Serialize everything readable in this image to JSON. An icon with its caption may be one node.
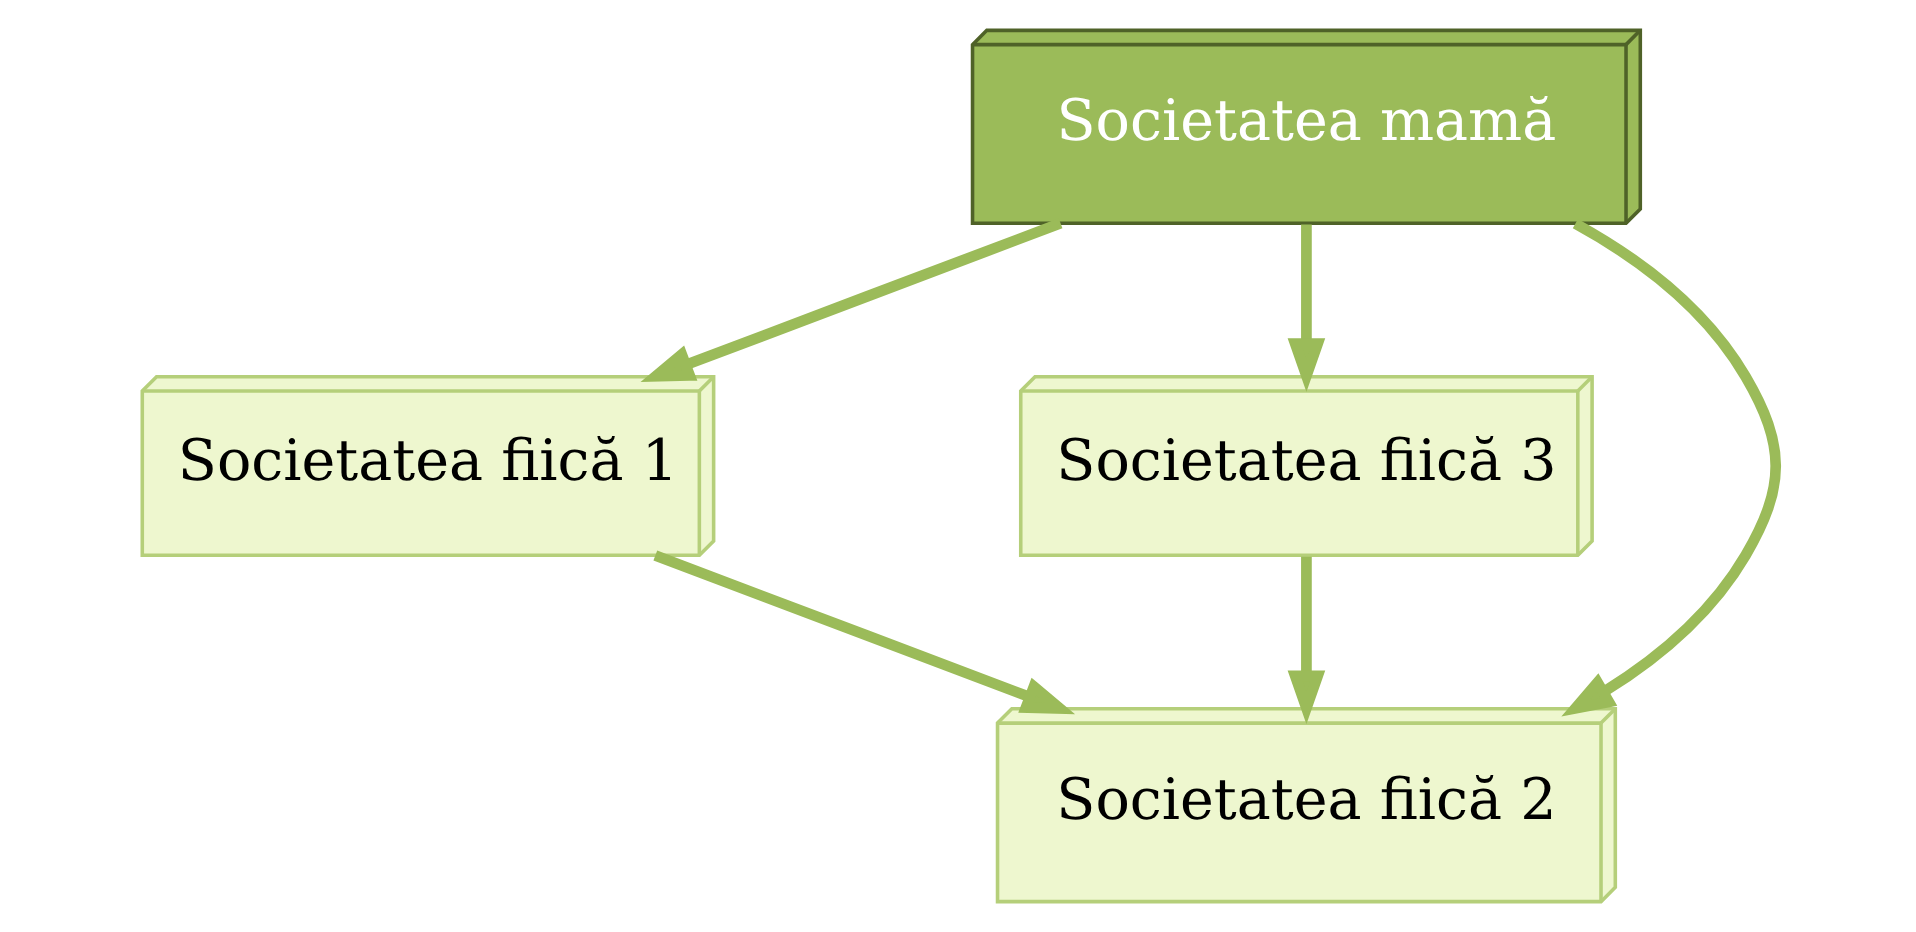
{
  "diagram": {
    "nodes": [
      {
        "text": [
          "Societatea mamă"
        ]
      },
      {
        "text": [
          "Societatea fiică 1"
        ]
      },
      {
        "text": [
          "Societatea fiică 3"
        ]
      },
      {
        "text": [
          "Societatea fiică 2"
        ]
      }
    ],
    "edges": [
      {
        "from": 0,
        "to": 1,
        "arrow": "to"
      },
      {
        "from": 0,
        "to": 3,
        "arrow": "to"
      },
      {
        "from": 0,
        "to": 2,
        "arrow": "to"
      },
      {
        "from": 1,
        "to": 3,
        "arrow": "to"
      },
      {
        "from": 2,
        "to": 3,
        "arrow": "to"
      }
    ]
  }
}
